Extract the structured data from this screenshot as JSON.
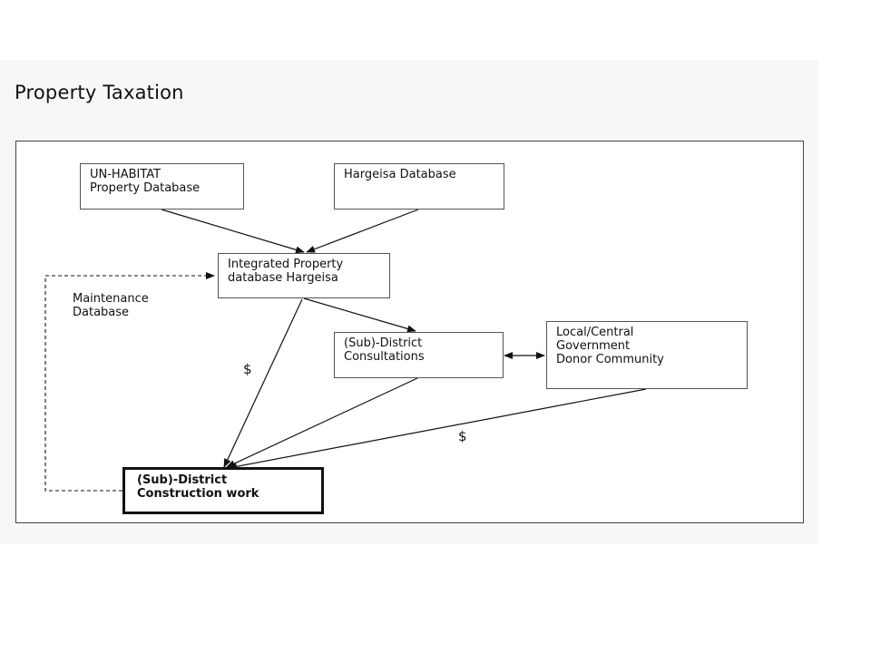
{
  "title": "Property Taxation",
  "nodes": {
    "unhabitat": "UN-HABITAT\nProperty Database",
    "hargeisa_db": "Hargeisa Database",
    "integrated": "Integrated Property\ndatabase Hargeisa",
    "consultations": "(Sub)-District\nConsultations",
    "government": "Local/Central\nGovernment\nDonor Community",
    "construction": "(Sub)-District\nConstruction work"
  },
  "labels": {
    "maintenance": "Maintenance\nDatabase",
    "dollar_left": "$",
    "dollar_right": "$"
  },
  "edges": [
    {
      "from": "UN-HABITAT Property Database",
      "to": "Integrated Property database Hargeisa",
      "style": "solid"
    },
    {
      "from": "Hargeisa Database",
      "to": "Integrated Property database Hargeisa",
      "style": "solid"
    },
    {
      "from": "Integrated Property database Hargeisa",
      "to": "(Sub)-District Consultations",
      "style": "solid"
    },
    {
      "from": "Integrated Property database Hargeisa",
      "to": "(Sub)-District Construction work",
      "style": "solid",
      "label": "$"
    },
    {
      "from": "(Sub)-District Consultations",
      "to": "(Sub)-District Construction work",
      "style": "solid"
    },
    {
      "from": "Local/Central Government Donor Community",
      "to": "(Sub)-District Construction work",
      "style": "solid",
      "label": "$"
    },
    {
      "from": "(Sub)-District Consultations",
      "to": "Local/Central Government Donor Community",
      "style": "solid",
      "bidirectional": true
    },
    {
      "from": "(Sub)-District Construction work",
      "to": "Integrated Property database Hargeisa",
      "style": "dashed",
      "label": "Maintenance Database"
    }
  ]
}
